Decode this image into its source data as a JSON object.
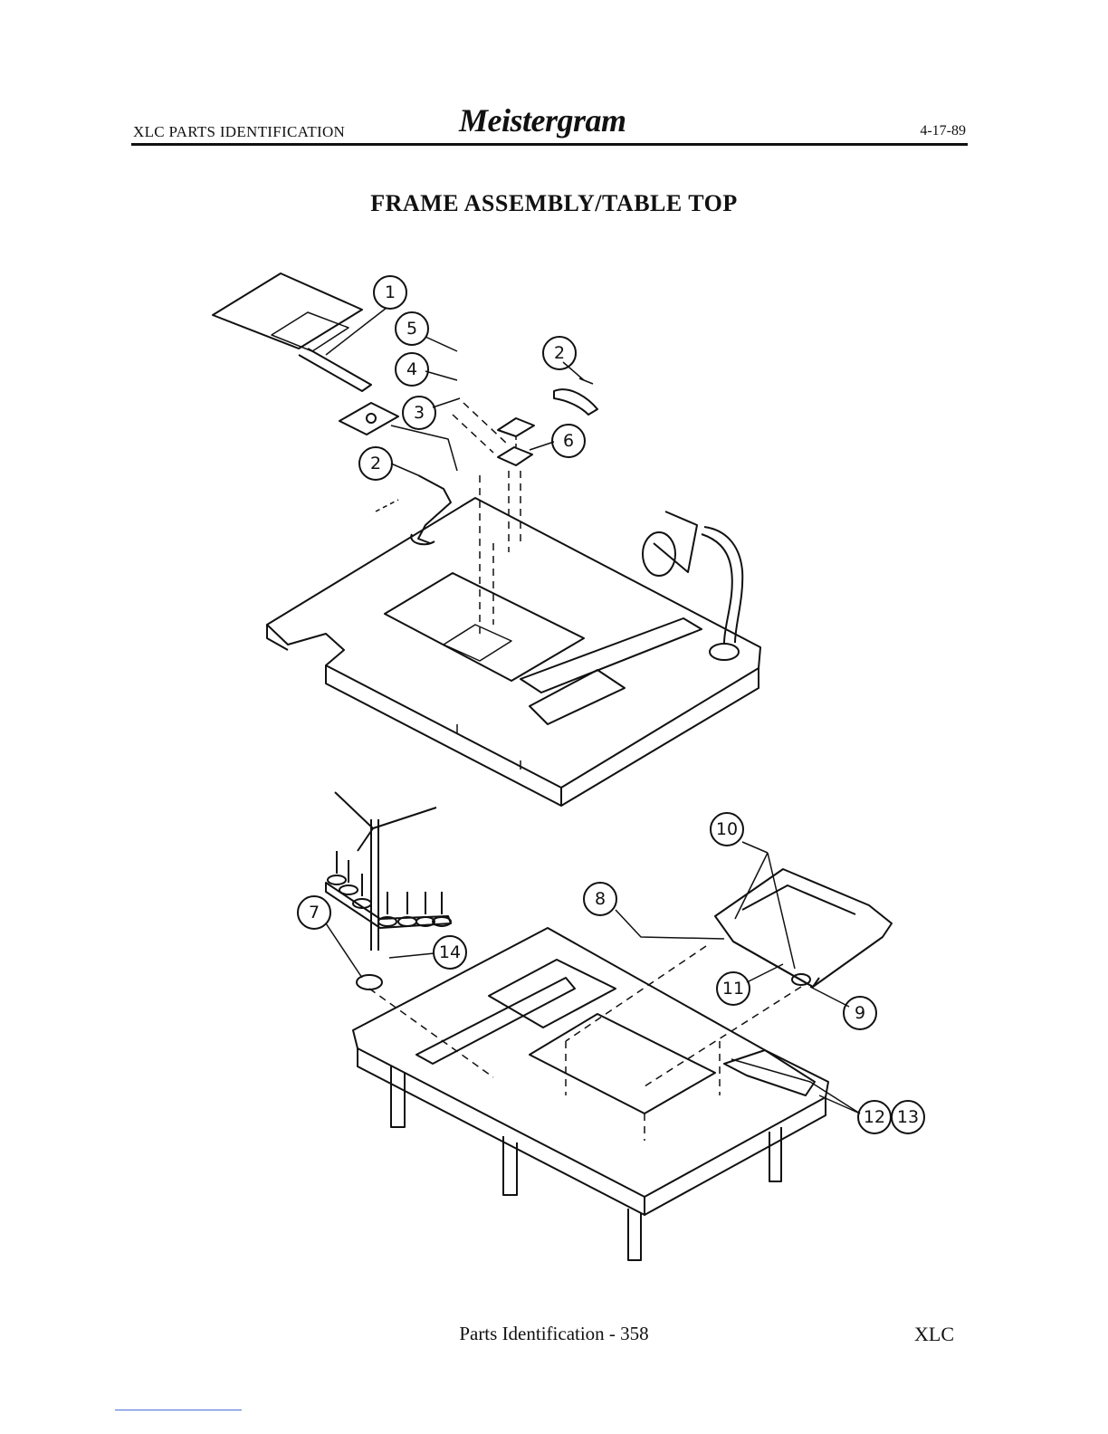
{
  "header": {
    "left": "XLC PARTS IDENTIFICATION",
    "logo": "Meistergram",
    "date": "4-17-89"
  },
  "title": "FRAME ASSEMBLY/TABLE TOP",
  "callouts": [
    "1",
    "2",
    "3",
    "4",
    "5",
    "6",
    "7",
    "8",
    "9",
    "10",
    "11",
    "12",
    "13",
    "14"
  ],
  "footer": {
    "page": "Parts Identification - 358",
    "model": "XLC"
  }
}
